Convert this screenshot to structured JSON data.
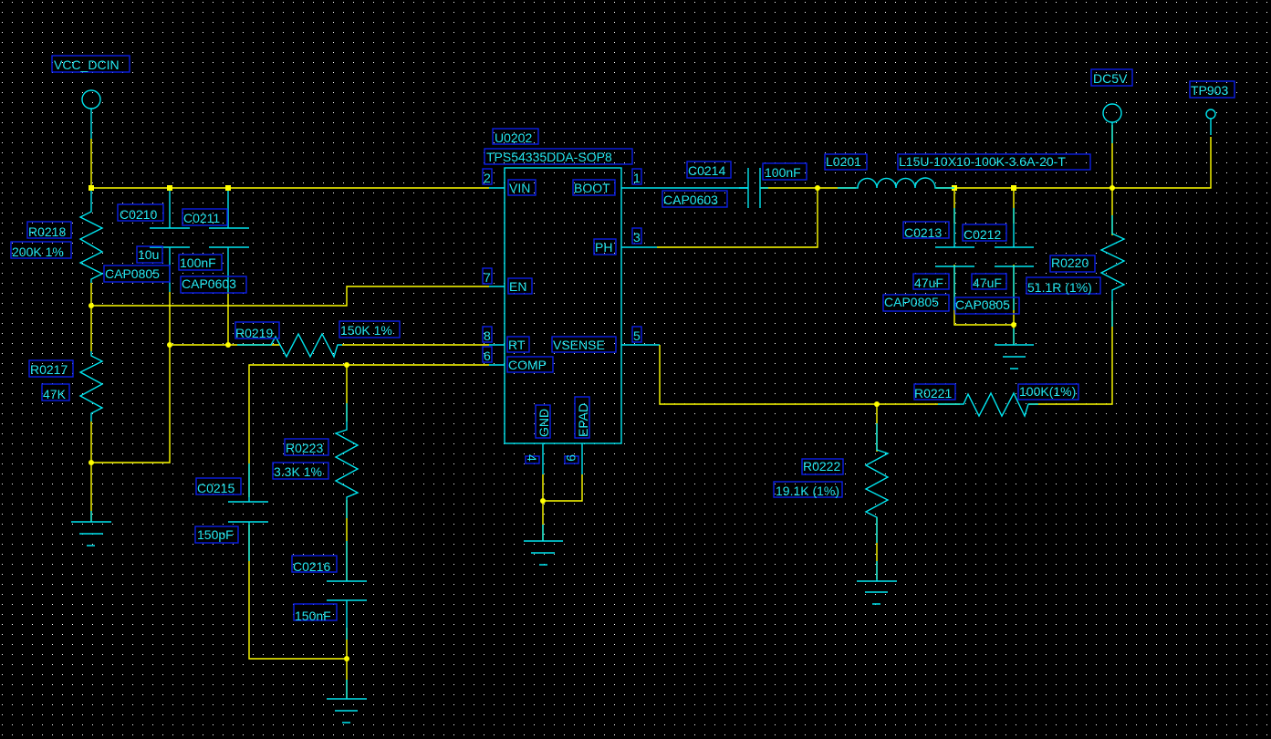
{
  "colors": {
    "background": "#000000",
    "wire": "#ffff00",
    "component": "#00e5ef",
    "label_text": "#22e6f0",
    "label_box": "#0a1ee8",
    "grid_dot": "#ffffff"
  },
  "ports": {
    "vcc_dcin": "VCC_DCIN",
    "dc5v": "DC5V",
    "tp903": "TP903"
  },
  "ic": {
    "ref": "U0202",
    "part": "TPS54335DDA-SOP8",
    "pins": {
      "vin": {
        "name": "VIN",
        "num": "2"
      },
      "boot": {
        "name": "BOOT",
        "num": "1"
      },
      "ph": {
        "name": "PH",
        "num": "3"
      },
      "en": {
        "name": "EN",
        "num": "7"
      },
      "rt": {
        "name": "RT",
        "num": "8"
      },
      "comp": {
        "name": "COMP",
        "num": "6"
      },
      "vsense": {
        "name": "VSENSE",
        "num": "5"
      },
      "gnd": {
        "name": "GND",
        "num": "4"
      },
      "epad": {
        "name": "EPAD",
        "num": "9"
      }
    }
  },
  "components": {
    "r0218": {
      "ref": "R0218",
      "value": "200K 1%"
    },
    "r0217": {
      "ref": "R0217",
      "value": "47K"
    },
    "c0210": {
      "ref": "C0210",
      "value": "10u",
      "footprint": "CAP0805"
    },
    "c0211": {
      "ref": "C0211",
      "value": "100nF",
      "footprint": "CAP0603"
    },
    "r0219": {
      "ref": "R0219",
      "value": "150K 1%"
    },
    "r0223": {
      "ref": "R0223",
      "value": "3.3K 1%"
    },
    "c0215": {
      "ref": "C0215",
      "value": "150pF"
    },
    "c0216": {
      "ref": "C0216",
      "value": "150nF"
    },
    "c0214": {
      "ref": "C0214",
      "value": "100nF",
      "footprint": "CAP0603"
    },
    "l0201": {
      "ref": "L0201",
      "value": "L15U-10X10-100K-3.6A-20-T"
    },
    "c0213": {
      "ref": "C0213",
      "value": "47uF",
      "footprint": "CAP0805"
    },
    "c0212": {
      "ref": "C0212",
      "value": "47uF",
      "footprint": "CAP0805"
    },
    "r0220": {
      "ref": "R0220",
      "value": "51.1R (1%)"
    },
    "r0221": {
      "ref": "R0221",
      "value": "100K(1%)"
    },
    "r0222": {
      "ref": "R0222",
      "value": "19.1K (1%)"
    }
  }
}
